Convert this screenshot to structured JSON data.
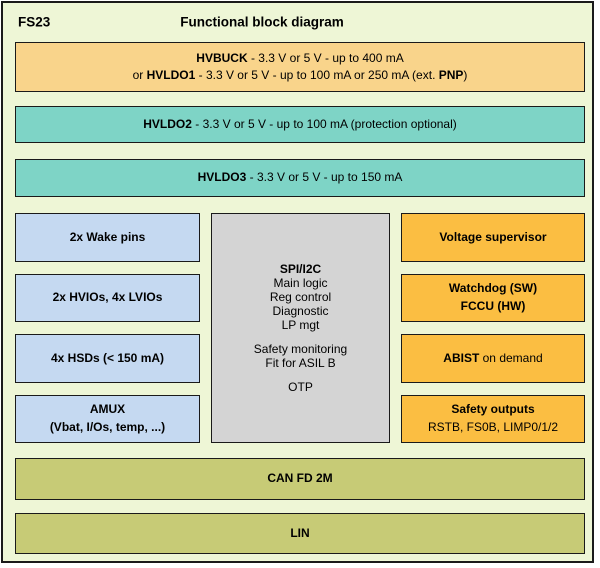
{
  "header": {
    "chip": "FS23",
    "title": "Functional block diagram"
  },
  "hvbuck": {
    "name": "HVBUCK",
    "line1_rest": " - 3.3 V or 5 V - up to 400 mA",
    "line2_prefix": "or ",
    "alt_name": "HVLDO1",
    "line2_mid": " - 3.3 V or 5 V - up to 100 mA or 250 mA (ext. ",
    "pnp": "PNP",
    "line2_suffix": ")"
  },
  "hvldo2": {
    "name": "HVLDO2",
    "rest": " - 3.3 V or 5 V - up to 100 mA (protection optional)"
  },
  "hvldo3": {
    "name": "HVLDO3",
    "rest": " - 3.3 V or 5 V - up to 150 mA"
  },
  "left_column": {
    "wake": "2x Wake pins",
    "ios": "2x HVIOs, 4x LVIOs",
    "hsds": "4x HSDs (< 150 mA)",
    "amux_line1": "AMUX",
    "amux_line2": "(Vbat, I/Os, temp, ...)"
  },
  "core": {
    "title": "SPI/I2C",
    "group1": [
      "Main logic",
      "Reg control",
      "Diagnostic",
      "LP mgt"
    ],
    "group2": [
      "Safety monitoring",
      "Fit for ASIL B"
    ],
    "group3": [
      "OTP"
    ]
  },
  "right_column": {
    "supervisor": "Voltage supervisor",
    "watchdog_line1": "Watchdog (SW)",
    "watchdog_line2": "FCCU (HW)",
    "abist_name": "ABIST",
    "abist_rest": " on demand",
    "safety_title": "Safety outputs",
    "safety_signals": "RSTB, FS0B, LIMP0/1/2"
  },
  "can": "CAN FD 2M",
  "lin": "LIN",
  "colors": {
    "background": "#eef6d6",
    "regulator_tan": "#f9d48b",
    "ldo_teal": "#7ed4c6",
    "io_blue": "#c5d9f1",
    "core_gray": "#d4d4d4",
    "safety_orange": "#fbbe42",
    "comm_olive": "#c7cb76",
    "border": "#1a1a1a"
  }
}
